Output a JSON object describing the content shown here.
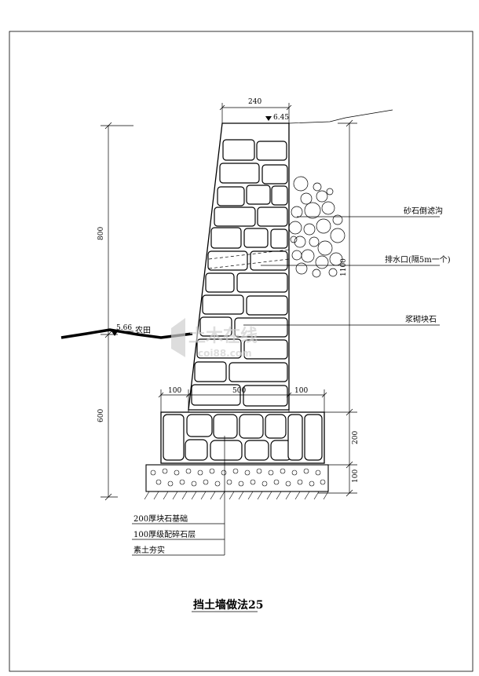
{
  "drawing": {
    "title": "挡土墙做法25",
    "elevations": {
      "top": "6.45",
      "field": "5.66"
    },
    "field_label": "农田",
    "dimensions": {
      "top_width": "240",
      "left_upper": "800",
      "left_lower": "600",
      "right_upper": "1100",
      "right_mid": "200",
      "right_low": "100",
      "base_left": "100",
      "base_mid": "500",
      "base_right": "100"
    },
    "callouts": {
      "gravel_drain": "砂石倒滤沟",
      "drain_outlet": "排水口(隔5m一个)",
      "mortar_stone": "浆砌块石"
    },
    "layers": [
      "200厚块石基础",
      "100厚级配碎石层",
      "素土夯实"
    ],
    "watermark": {
      "main": "土木在线",
      "sub": "coi88.com"
    },
    "colors": {
      "line": "#000000",
      "watermark": "#cfcfcf",
      "background": "#ffffff"
    }
  }
}
